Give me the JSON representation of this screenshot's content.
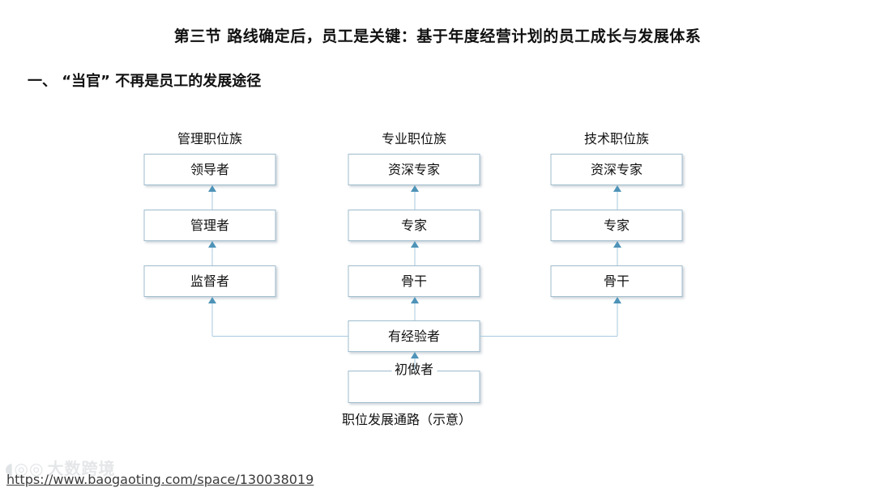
{
  "slide": {
    "title": "第三节  路线确定后，员工是关键：基于年度经营计划的员工成长与发展体系",
    "section_heading": "一、 “当官” 不再是员工的发展途径"
  },
  "diagram": {
    "caption": "职位发展通路（示意）",
    "columns": [
      {
        "header": "管理职位族",
        "nodes": [
          {
            "label": "领导者"
          },
          {
            "label": "管理者"
          },
          {
            "label": "监督者"
          }
        ]
      },
      {
        "header": "专业职位族",
        "nodes": [
          {
            "label": "资深专家"
          },
          {
            "label": "专家"
          },
          {
            "label": "骨干"
          }
        ]
      },
      {
        "header": "技术职位族",
        "nodes": [
          {
            "label": "资深专家"
          },
          {
            "label": "专家"
          },
          {
            "label": "骨干"
          }
        ]
      }
    ],
    "shared_nodes": [
      {
        "label": "有经验者"
      },
      {
        "label": "初做者"
      }
    ],
    "colors": {
      "node_border": "#9fbccd",
      "node_fill": "#ffffff",
      "connector": "#a9cade",
      "arrow_head": "#4e93b8",
      "text": "#111111"
    }
  },
  "footer": {
    "url": "https://www.baogaoting.com/space/130038019",
    "watermark": "大数跨境"
  }
}
